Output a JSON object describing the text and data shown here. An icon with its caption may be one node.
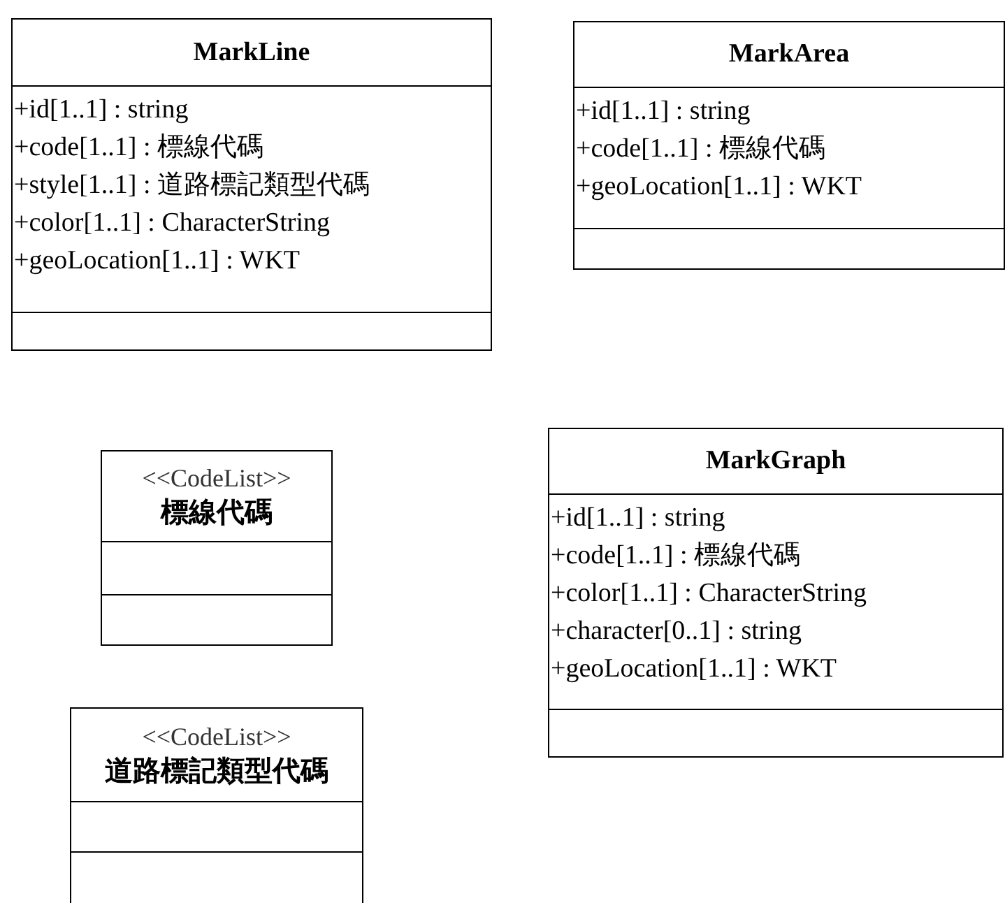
{
  "diagram": {
    "nodes": [
      {
        "text": [
          "MarkLine",
          "+id[1..1] : string",
          "+code[1..1] : 標線代碼",
          "+style[1..1] : 道路標記類型代碼",
          "+color[1..1] : CharacterString",
          "+geoLocation[1..1] : WKT"
        ]
      },
      {
        "text": [
          "MarkArea",
          "+id[1..1] : string",
          "+code[1..1] : 標線代碼",
          "+geoLocation[1..1] : WKT"
        ]
      },
      {
        "text": [
          "<<CodeList>>",
          "標線代碼"
        ]
      },
      {
        "text": [
          "MarkGraph",
          "+id[1..1] : string",
          "+code[1..1] : 標線代碼",
          "+color[1..1] : CharacterString",
          "+character[0..1] : string",
          "+geoLocation[1..1] : WKT"
        ]
      },
      {
        "text": [
          "<<CodeList>>",
          "道路標記類型代碼"
        ]
      }
    ]
  }
}
